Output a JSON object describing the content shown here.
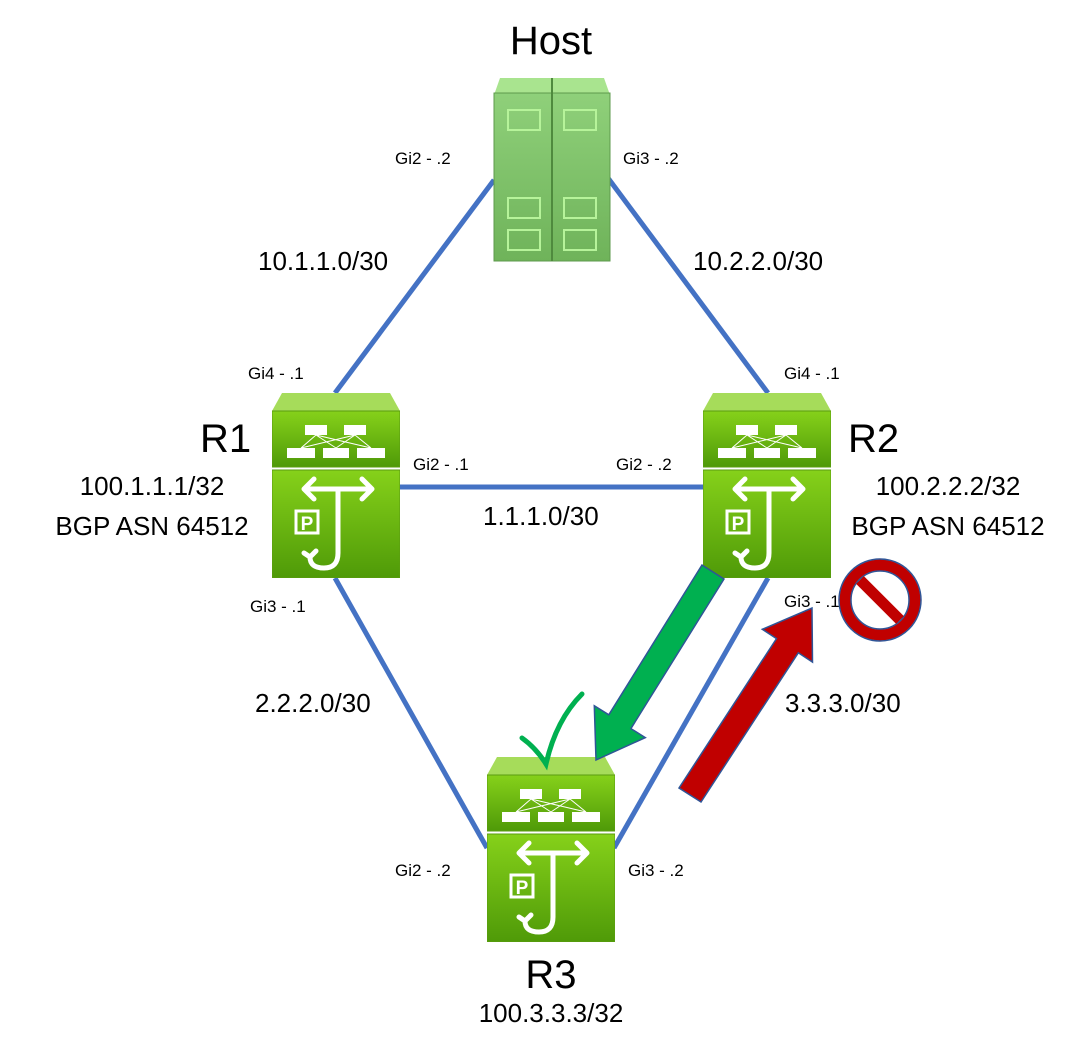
{
  "host": {
    "label": "Host",
    "gi2": "Gi2 - .2",
    "gi3": "Gi3 - .2"
  },
  "links": {
    "host_r1": "10.1.1.0/30",
    "host_r2": "10.2.2.0/30",
    "r1_r2": "1.1.1.0/30",
    "r1_r3": "2.2.2.0/30",
    "r2_r3": "3.3.3.0/30"
  },
  "r1": {
    "label": "R1",
    "loopback": "100.1.1.1/32",
    "asn": "BGP ASN 64512",
    "gi4": "Gi4 - .1",
    "gi2": "Gi2 - .1",
    "gi3": "Gi3 - .1"
  },
  "r2": {
    "label": "R2",
    "loopback": "100.2.2.2/32",
    "asn": "BGP ASN 64512",
    "gi4": "Gi4 - .1",
    "gi2": "Gi2 - .2",
    "gi3": "Gi3 - .1"
  },
  "r3": {
    "label": "R3",
    "loopback": "100.3.3.3/32",
    "gi2": "Gi2 - .2",
    "gi3": "Gi3 - .2"
  },
  "colors": {
    "link": "#4472c4",
    "allowed_arrow": "#00b050",
    "blocked_arrow": "#c00000",
    "device_green": "#6cb80f"
  },
  "icons": [
    "server-icon",
    "router-icon",
    "check-icon",
    "no-entry-icon"
  ]
}
